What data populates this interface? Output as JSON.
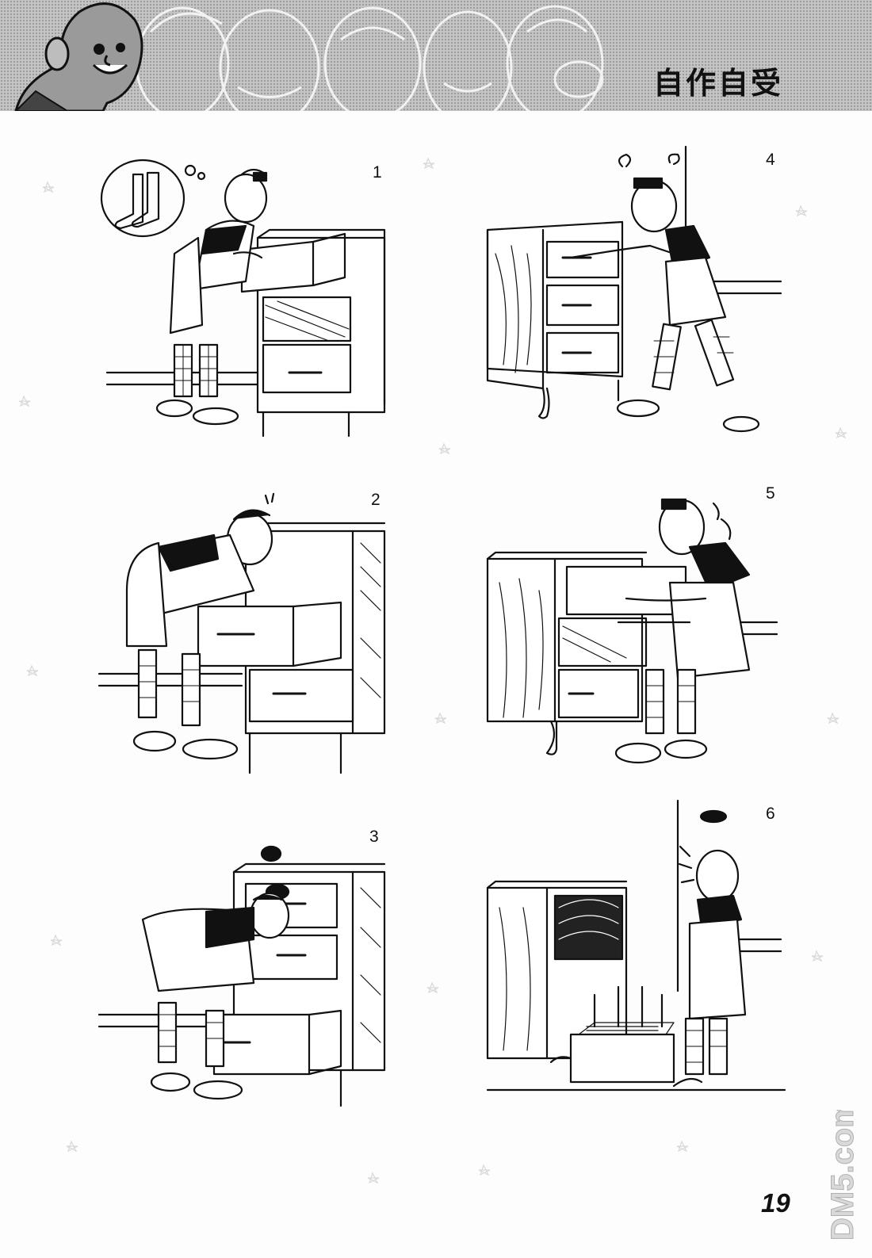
{
  "header": {
    "title": "自作自受"
  },
  "panels": [
    {
      "number": "1"
    },
    {
      "number": "2"
    },
    {
      "number": "3"
    },
    {
      "number": "4"
    },
    {
      "number": "5"
    },
    {
      "number": "6"
    }
  ],
  "page_number": "19",
  "watermark": "DM5.com",
  "colors": {
    "ink": "#111111",
    "paper": "#fdfdfd",
    "header_tone": "#c4c4c4"
  }
}
